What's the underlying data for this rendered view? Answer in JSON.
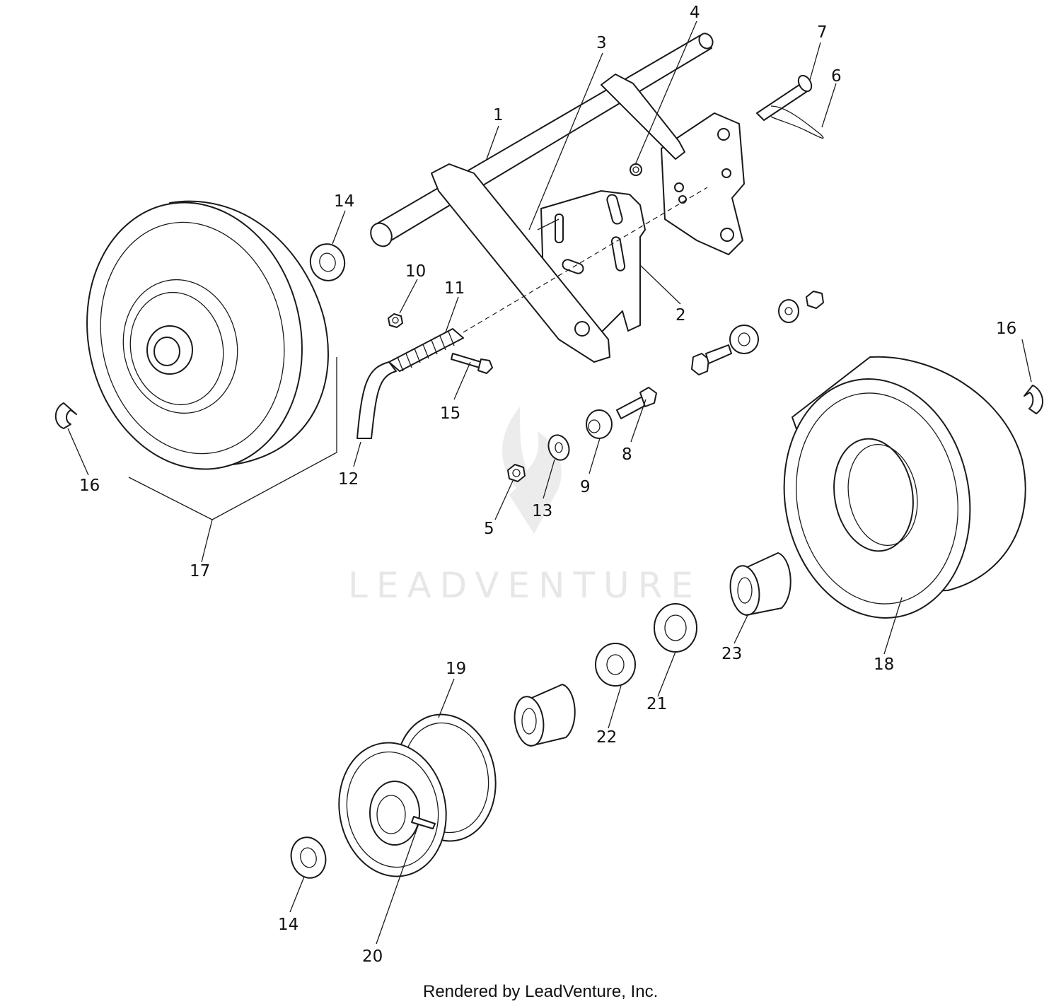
{
  "diagram": {
    "callouts": [
      {
        "id": "c1",
        "text": "1"
      },
      {
        "id": "c2",
        "text": "2"
      },
      {
        "id": "c3",
        "text": "3"
      },
      {
        "id": "c4",
        "text": "4"
      },
      {
        "id": "c5",
        "text": "5"
      },
      {
        "id": "c6",
        "text": "6"
      },
      {
        "id": "c7",
        "text": "7"
      },
      {
        "id": "c8",
        "text": "8"
      },
      {
        "id": "c9",
        "text": "9"
      },
      {
        "id": "c10",
        "text": "10"
      },
      {
        "id": "c11",
        "text": "11"
      },
      {
        "id": "c12",
        "text": "12"
      },
      {
        "id": "c13",
        "text": "13"
      },
      {
        "id": "c14a",
        "text": "14"
      },
      {
        "id": "c14b",
        "text": "14"
      },
      {
        "id": "c15",
        "text": "15"
      },
      {
        "id": "c16a",
        "text": "16"
      },
      {
        "id": "c16b",
        "text": "16"
      },
      {
        "id": "c17",
        "text": "17"
      },
      {
        "id": "c18",
        "text": "18"
      },
      {
        "id": "c19",
        "text": "19"
      },
      {
        "id": "c20",
        "text": "20"
      },
      {
        "id": "c21",
        "text": "21"
      },
      {
        "id": "c22",
        "text": "22"
      },
      {
        "id": "c23",
        "text": "23"
      }
    ],
    "watermark": "LEADVENTURE",
    "footer": "Rendered by LeadVenture, Inc."
  }
}
